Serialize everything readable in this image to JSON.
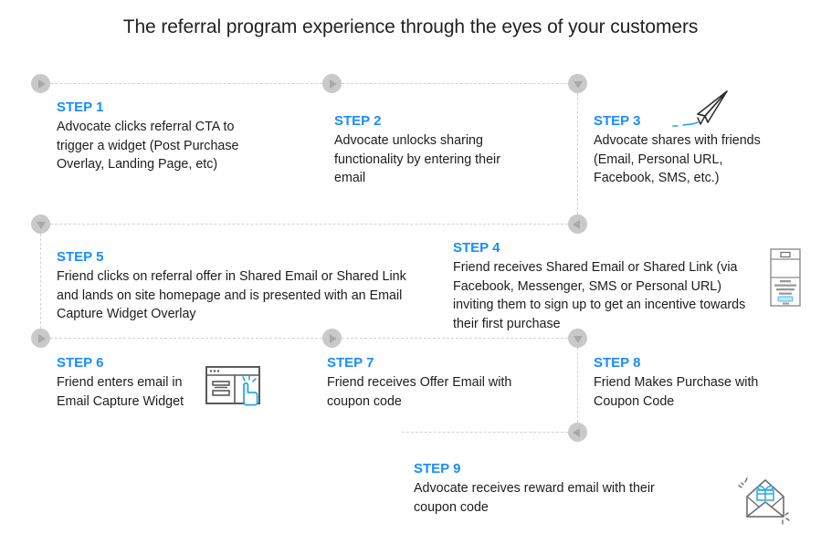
{
  "header": {
    "title": "The referral program experience through the eyes of your customers"
  },
  "colors": {
    "step_label": "#1a8cff",
    "body_text": "#1d1d1d",
    "connector": "#d2d2d2",
    "marker_circle": "#c9c9c9",
    "marker_arrow": "#a8a8a8",
    "icon_blue": "#29a8e0",
    "icon_gray": "#58595b"
  },
  "steps": [
    {
      "id": "step-1",
      "label": "STEP 1",
      "body": "Advocate clicks referral CTA to trigger a widget (Post Purchase Overlay, Landing Page, etc)",
      "marker_direction": "right",
      "icon": null
    },
    {
      "id": "step-2",
      "label": "STEP 2",
      "body": "Advocate unlocks sharing functionality by entering their email",
      "marker_direction": "right",
      "icon": null
    },
    {
      "id": "step-3",
      "label": "STEP 3",
      "body": "Advocate shares with friends (Email, Personal URL, Facebook, SMS, etc.)",
      "marker_direction": "down",
      "icon": "paper-plane-icon"
    },
    {
      "id": "step-4",
      "label": "STEP 4",
      "body": "Friend receives Shared Email or Shared Link (via Facebook, Messenger, SMS or Personal URL) inviting them to sign up to get an incentive towards their first purchase",
      "marker_direction": "left",
      "icon": "mobile-phone-icon"
    },
    {
      "id": "step-5",
      "label": "STEP 5",
      "body": "Friend clicks on referral offer in Shared Email or Shared Link and lands on site homepage and is presented with an Email Capture Widget Overlay",
      "marker_direction": "down",
      "icon": null
    },
    {
      "id": "step-6",
      "label": "STEP 6",
      "body": "Friend enters email in Email Capture Widget",
      "marker_direction": "right",
      "icon": "email-capture-widget-icon"
    },
    {
      "id": "step-7",
      "label": "STEP 7",
      "body": "Friend receives Offer Email with coupon code",
      "marker_direction": "right",
      "icon": null
    },
    {
      "id": "step-8",
      "label": "STEP 8",
      "body": "Friend Makes Purchase with Coupon Code",
      "marker_direction": "down",
      "icon": null
    },
    {
      "id": "step-9",
      "label": "STEP 9",
      "body": "Advocate receives reward email with their coupon code",
      "marker_direction": "left",
      "icon": "reward-envelope-icon"
    }
  ]
}
